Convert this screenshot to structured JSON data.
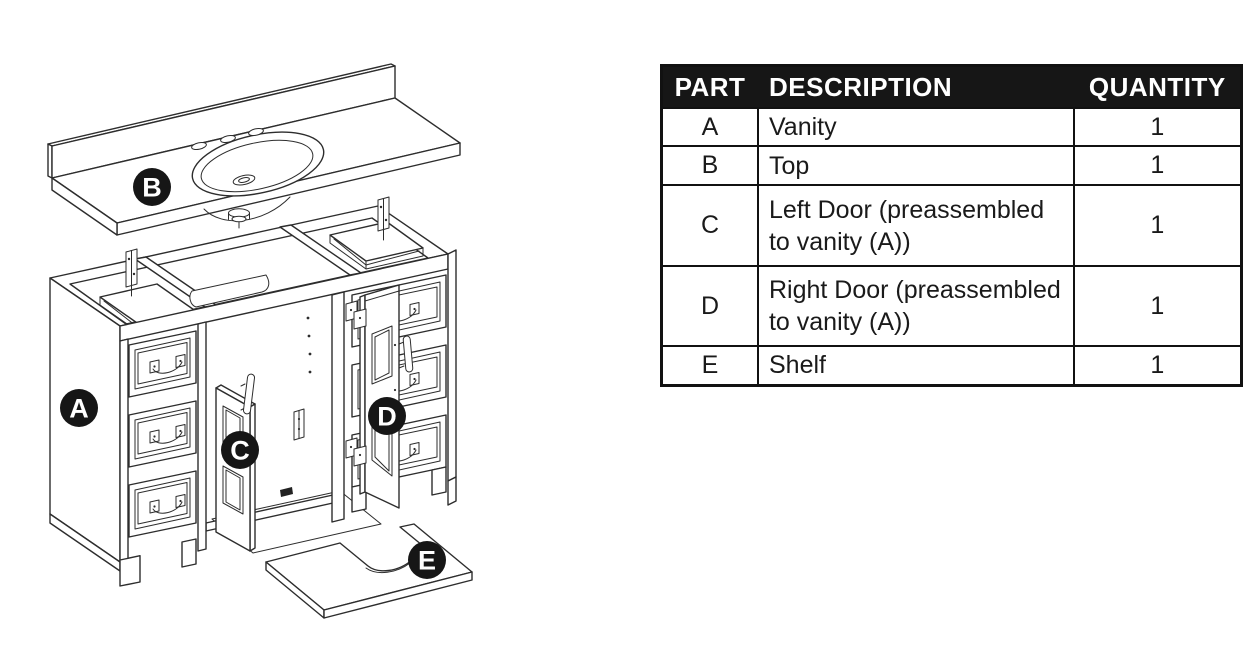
{
  "page": {
    "background": "#ffffff"
  },
  "diagram": {
    "kind": "exploded-view-parts-diagram",
    "line_color": "#2d2d2d",
    "label_circle_color": "#161616",
    "label_text_color": "#ffffff",
    "labels": [
      {
        "letter": "A"
      },
      {
        "letter": "B"
      },
      {
        "letter": "C"
      },
      {
        "letter": "D"
      },
      {
        "letter": "E"
      }
    ]
  },
  "parts_table": {
    "header_bg": "#161616",
    "header_text_color": "#ffffff",
    "headers": [
      "PART",
      "DESCRIPTION",
      "QUANTITY"
    ],
    "rows": [
      {
        "part": "A",
        "description": "Vanity",
        "quantity": "1"
      },
      {
        "part": "B",
        "description": "Top",
        "quantity": "1"
      },
      {
        "part": "C",
        "description": "Left Door (preassembled\nto vanity (A))",
        "quantity": "1"
      },
      {
        "part": "D",
        "description": "Right Door (preassembled\nto vanity (A))",
        "quantity": "1"
      },
      {
        "part": "E",
        "description": "Shelf",
        "quantity": "1"
      }
    ]
  }
}
